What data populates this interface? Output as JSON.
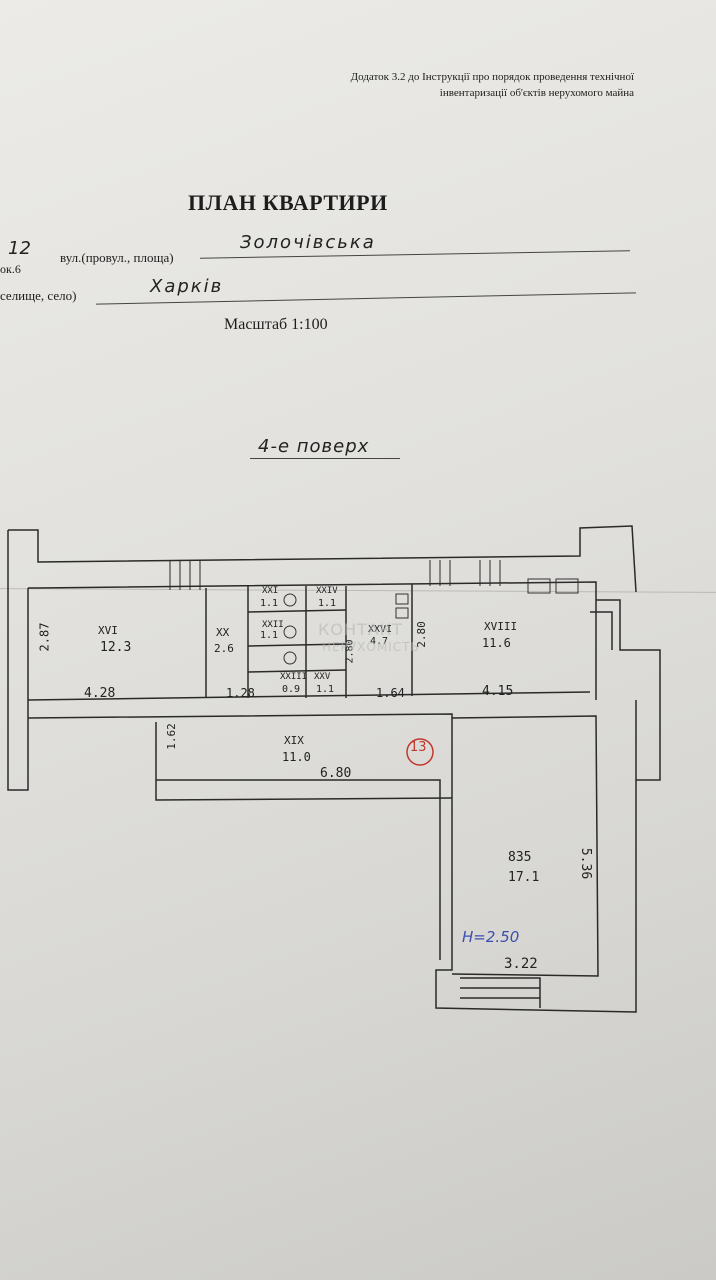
{
  "header": {
    "appendix_line1": "Додаток 3.2 до Інструкції про порядок проведення технічної",
    "appendix_line2": "інвентаризації об'єктів нерухомого майна"
  },
  "document": {
    "title": "ПЛАН КВАРТИРИ",
    "house_number": "12",
    "block_fragment": "ок.6",
    "street_label": "вул.(провул., площа)",
    "street_value": "Золочівська",
    "settlement_label": "селище, село)",
    "settlement_value": "Харків",
    "scale": "Масштаб 1:100",
    "floor": "4-е поверх",
    "watermark_line1": "КОНТАКТ",
    "watermark_line2": "НЕРУХОМІСТЬ"
  },
  "plan": {
    "rooms": [
      {
        "id": "XVI",
        "area": "12.3"
      },
      {
        "id": "XX",
        "area": "2.6"
      },
      {
        "id": "XXI",
        "area": "1.1"
      },
      {
        "id": "XXII",
        "area": "1.1"
      },
      {
        "id": "XXIII",
        "area": "0.9"
      },
      {
        "id": "XXIV",
        "area": "1.1"
      },
      {
        "id": "XXV",
        "area": "1.1"
      },
      {
        "id": "XXVI",
        "area": "4.7"
      },
      {
        "id": "XVIII",
        "area": "11.6"
      },
      {
        "id": "XIX",
        "area": "11.0"
      },
      {
        "id": "835",
        "area": "17.1"
      }
    ],
    "dimensions": [
      "2.87",
      "4.28",
      "1.28",
      "1.64",
      "4.15",
      "2.80",
      "2.80",
      "1.62",
      "6.80",
      "5.36",
      "3.22"
    ],
    "apartment_number": "13",
    "height_note": "H=2.50"
  }
}
